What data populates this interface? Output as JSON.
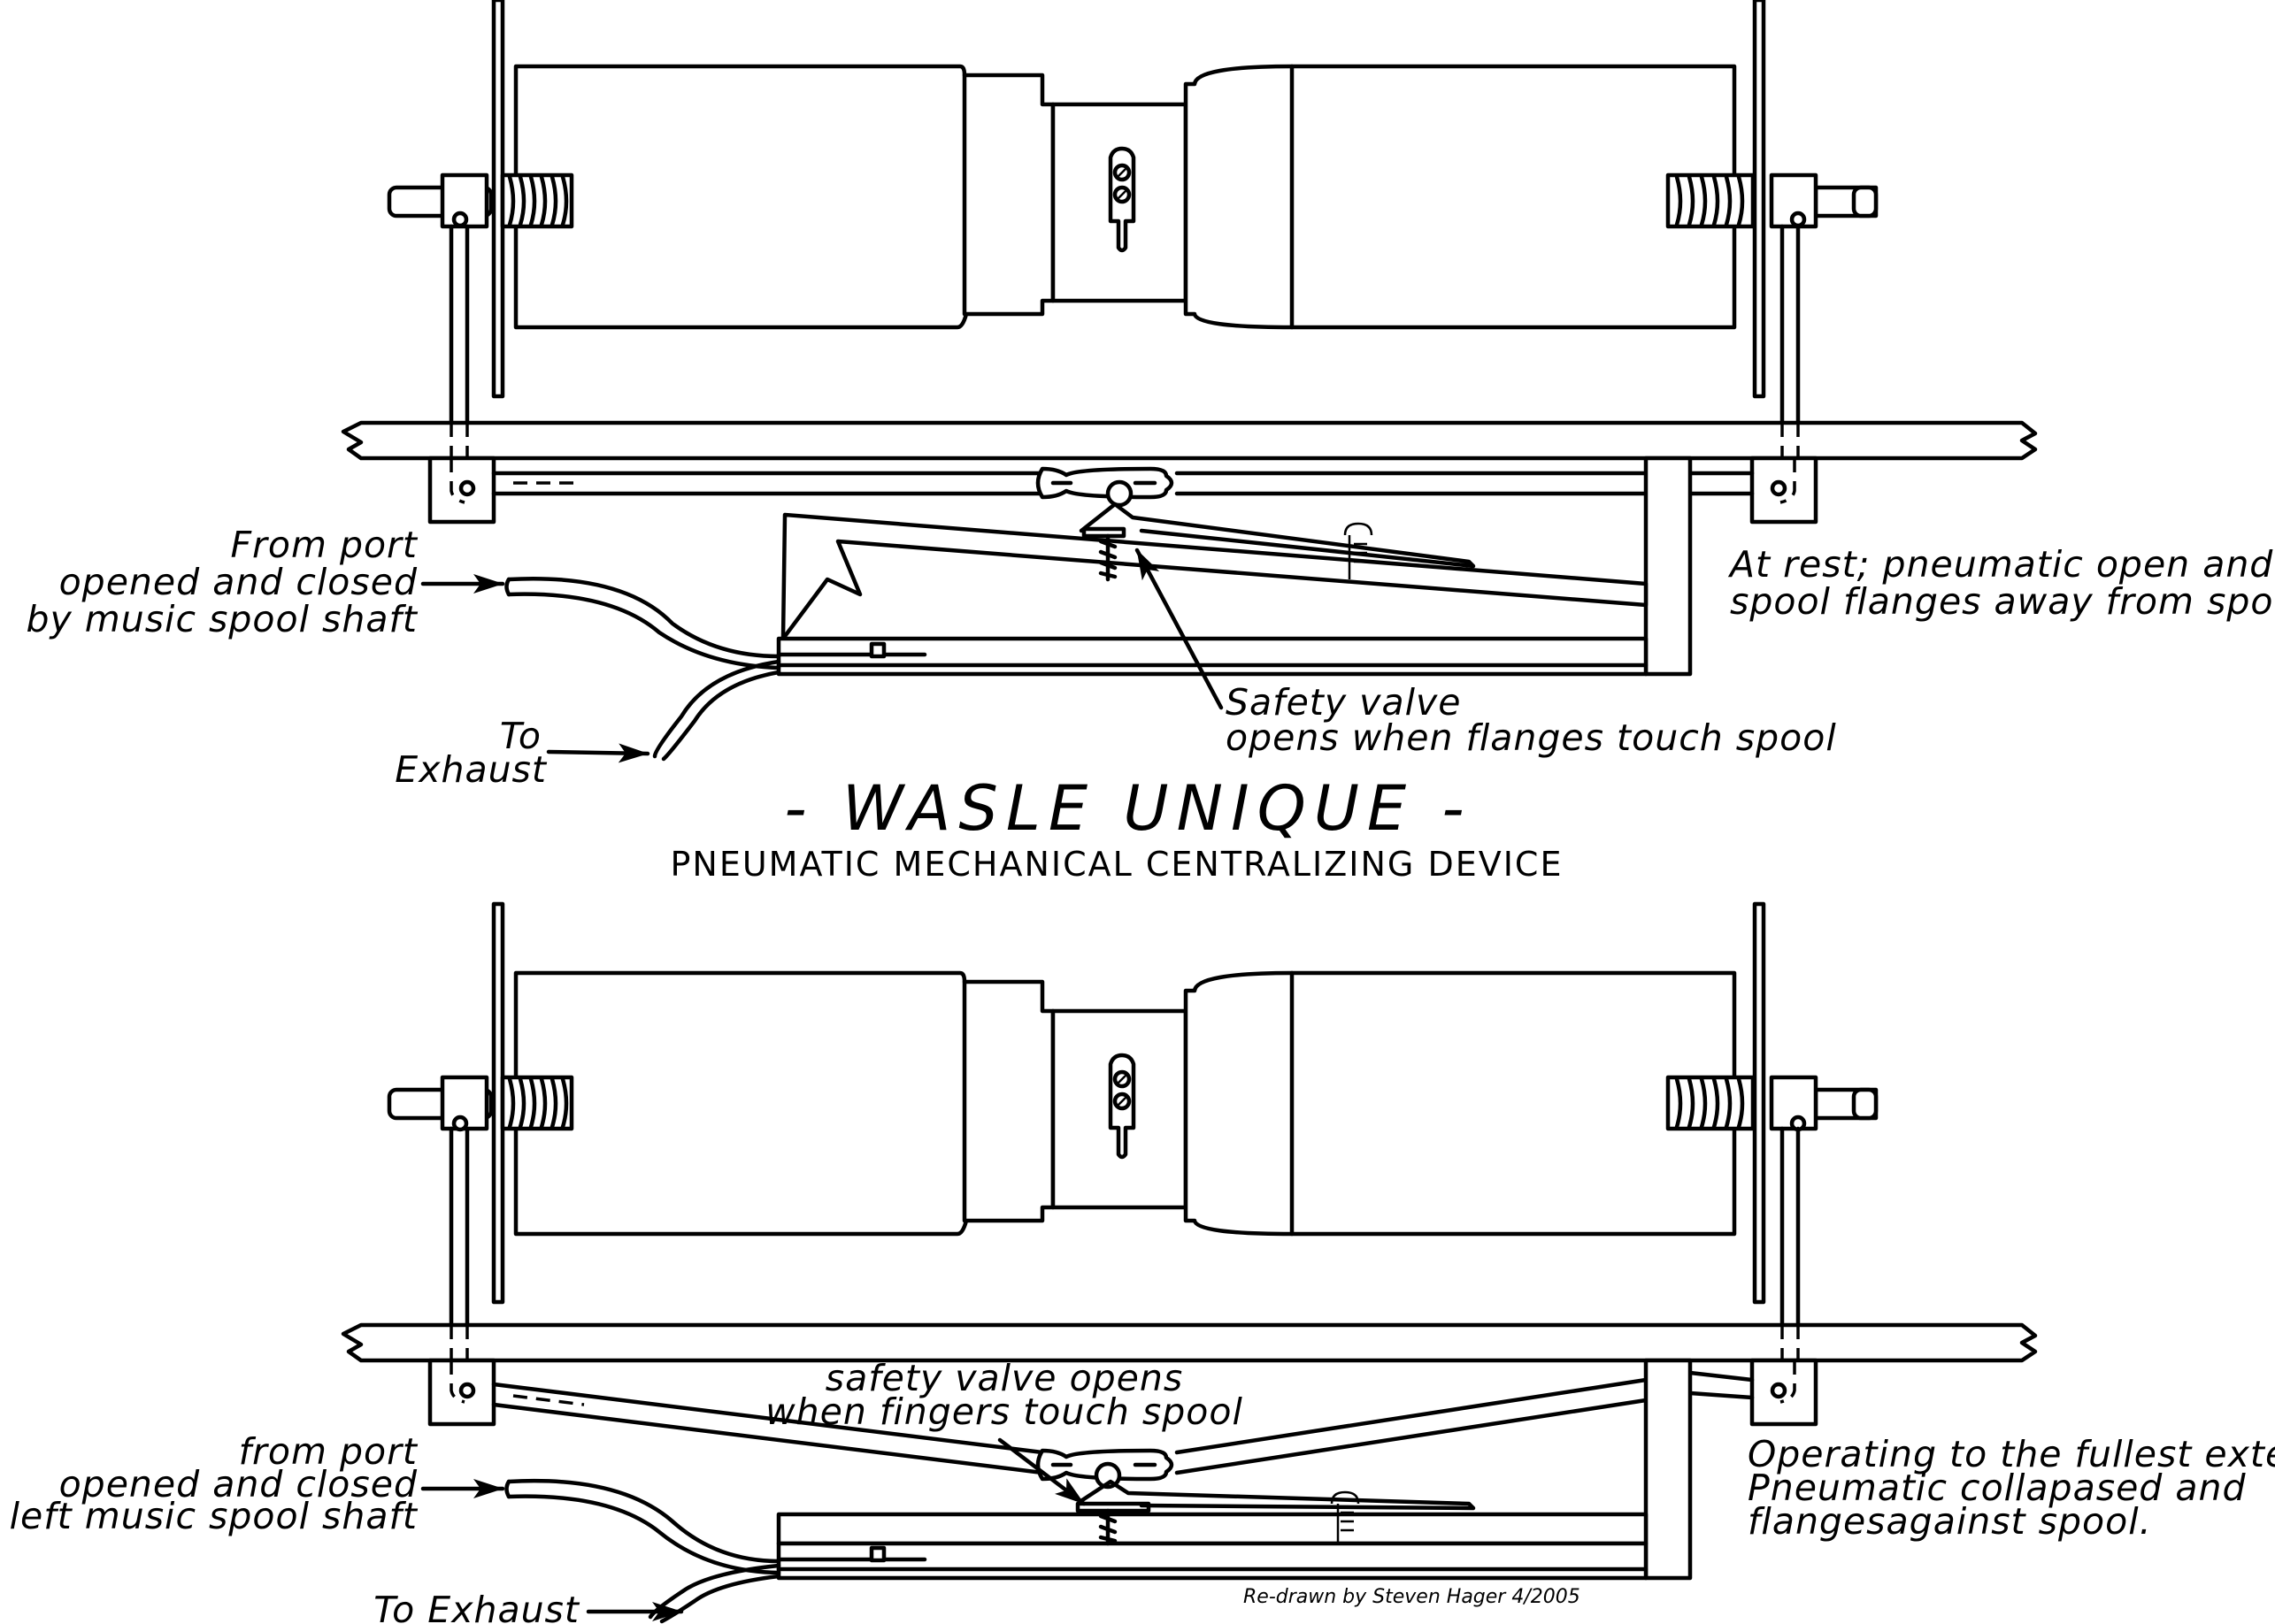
{
  "diagram": {
    "title": "- WASLE UNIQUE -",
    "subtitle": "PNEUMATIC MECHANICAL CENTRALIZING DEVICE",
    "credit": "Re-drawn by Steven Hager 4/2005",
    "top_view": {
      "port_label": [
        "From port",
        "opened and closed",
        "by music spool shaft"
      ],
      "exhaust_label": [
        "To",
        "Exhaust"
      ],
      "safety_label": [
        "Safety valve",
        "opens when flanges touch spool"
      ],
      "state_label": [
        "At rest; pneumatic open and",
        "spool flanges away from spool"
      ]
    },
    "bottom_view": {
      "safety_label": [
        "safety valve opens",
        "when fingers touch spool"
      ],
      "port_label": [
        "from port",
        "opened and closed",
        "by left music spool shaft"
      ],
      "exhaust_label": "To Exhaust",
      "state_label": [
        "Operating to the fullest extent.",
        "Pneumatic collapased and",
        "flangesagainst spool."
      ]
    }
  }
}
